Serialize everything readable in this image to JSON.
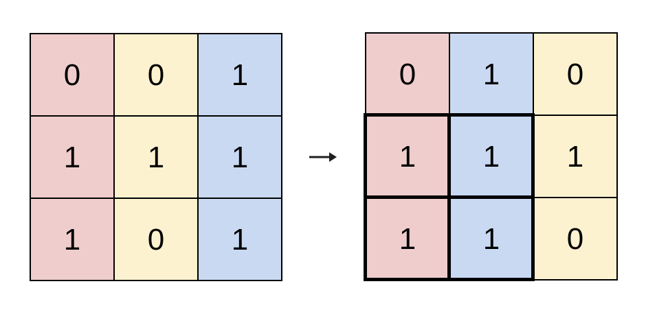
{
  "figure": {
    "description": "Two 3x3 binary matrices; the right matrix has a thick-bordered 2x2 highlighted region over its bottom-left block",
    "arrow_glyph": "→",
    "colors": {
      "pink": "#efcdcd",
      "yellow": "#fcf2cf",
      "blue": "#c9d9f2",
      "grid_line": "#000000",
      "highlight_border": "#000000",
      "text": "#000000",
      "arrow": "#1f1f1f",
      "background": "#ffffff"
    },
    "left_grid": {
      "label": "input-matrix",
      "column_colors": [
        "pink",
        "yellow",
        "blue"
      ],
      "rows": [
        [
          "0",
          "0",
          "1"
        ],
        [
          "1",
          "1",
          "1"
        ],
        [
          "1",
          "0",
          "1"
        ]
      ]
    },
    "right_grid": {
      "label": "output-matrix",
      "column_colors": [
        "pink",
        "blue",
        "yellow"
      ],
      "rows": [
        [
          "0",
          "1",
          "0"
        ],
        [
          "1",
          "1",
          "1"
        ],
        [
          "1",
          "1",
          "0"
        ]
      ],
      "highlight_region": {
        "row_start": 1,
        "row_end": 2,
        "col_start": 0,
        "col_end": 1
      }
    }
  }
}
